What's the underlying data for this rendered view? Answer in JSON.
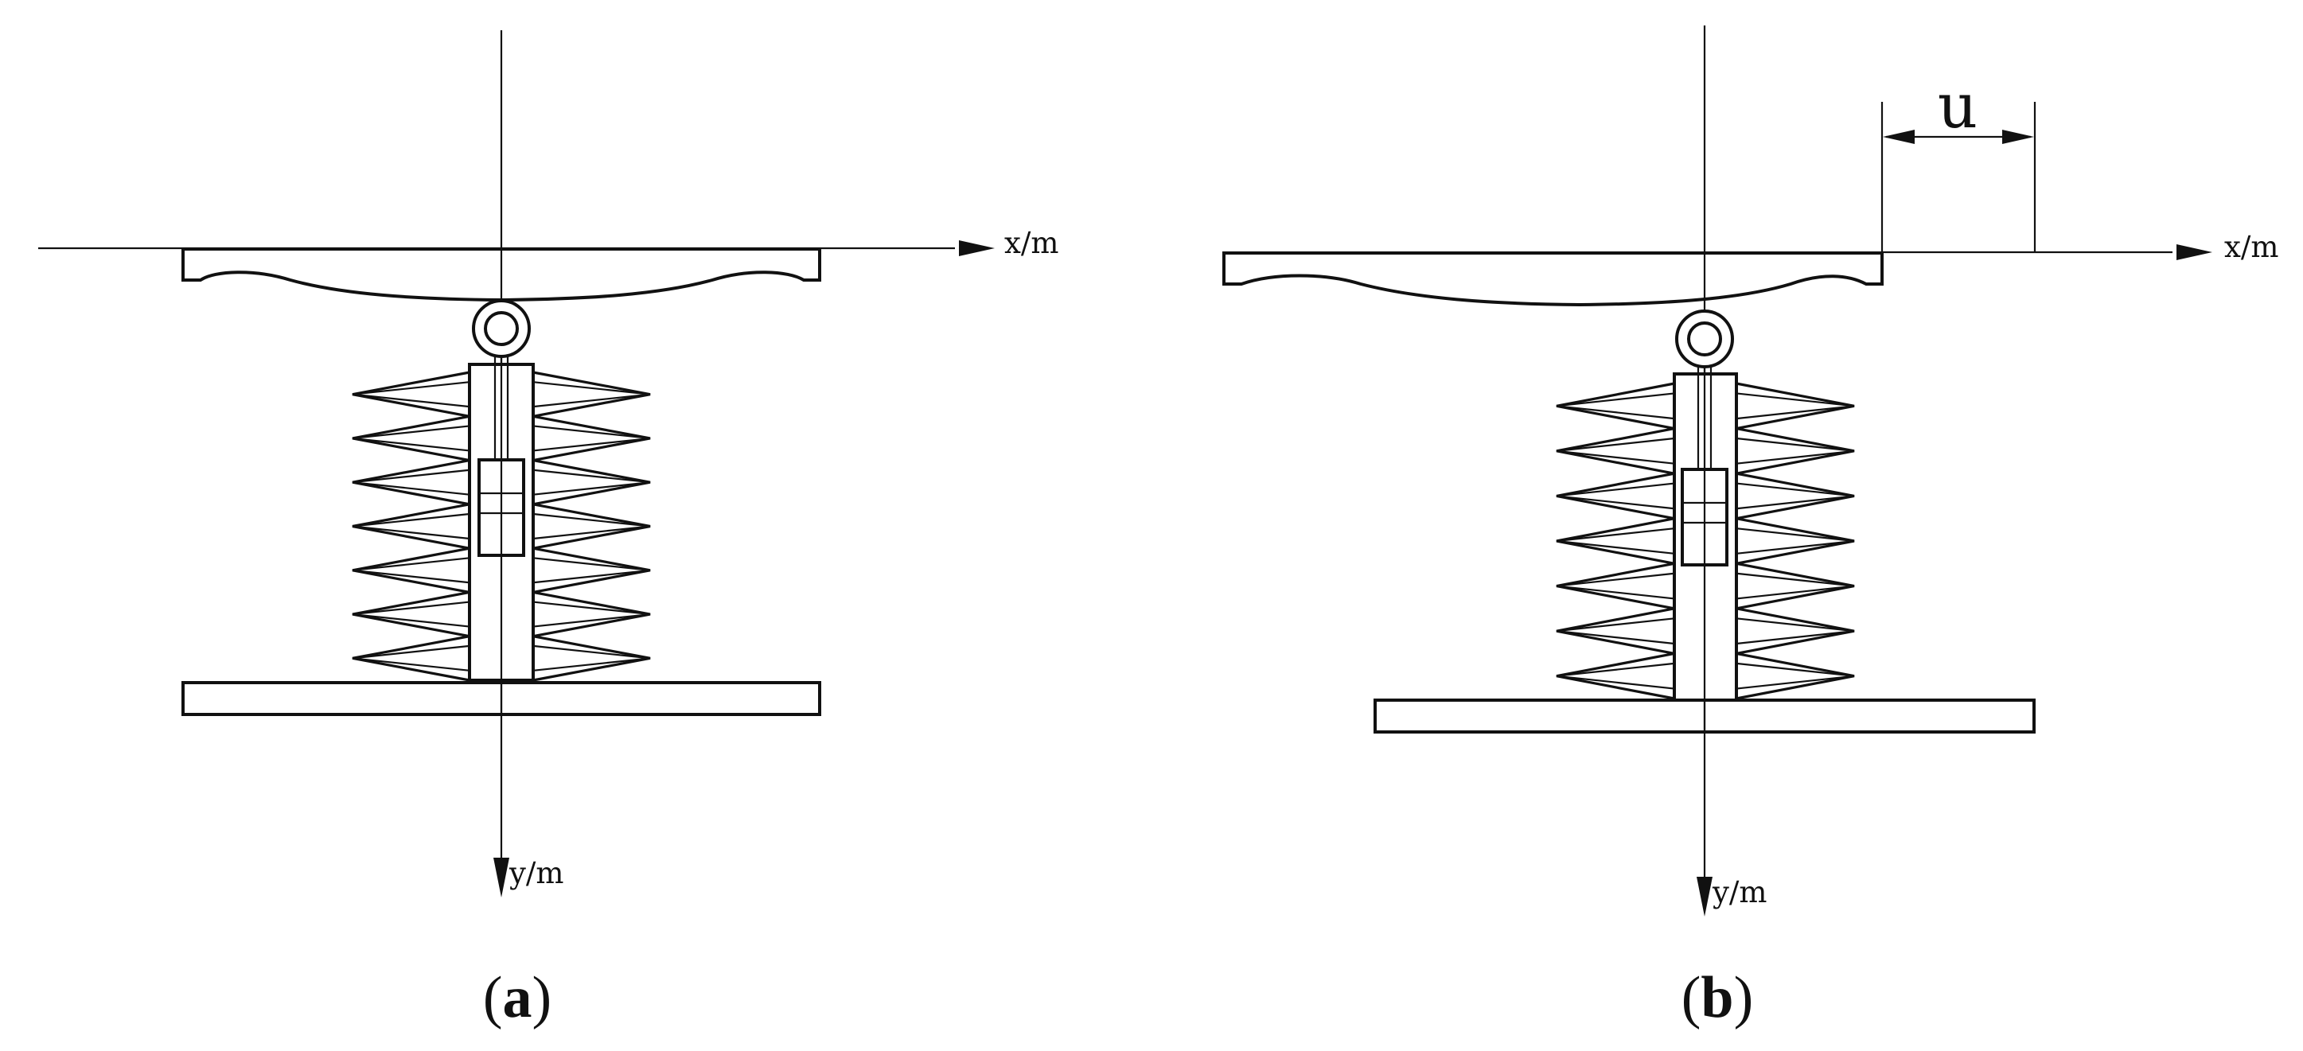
{
  "panels": [
    {
      "id": "a",
      "x_axis_label": "x/m",
      "y_axis_label": "y/m",
      "caption_open": "(",
      "caption_letter": "a",
      "caption_close": ")"
    },
    {
      "id": "b",
      "x_axis_label": "x/m",
      "y_axis_label": "y/m",
      "caption_open": "(",
      "caption_letter": "b",
      "caption_close": ")",
      "displacement_label": "u"
    }
  ],
  "colors": {
    "ink": "#111111",
    "background": "#ffffff"
  }
}
